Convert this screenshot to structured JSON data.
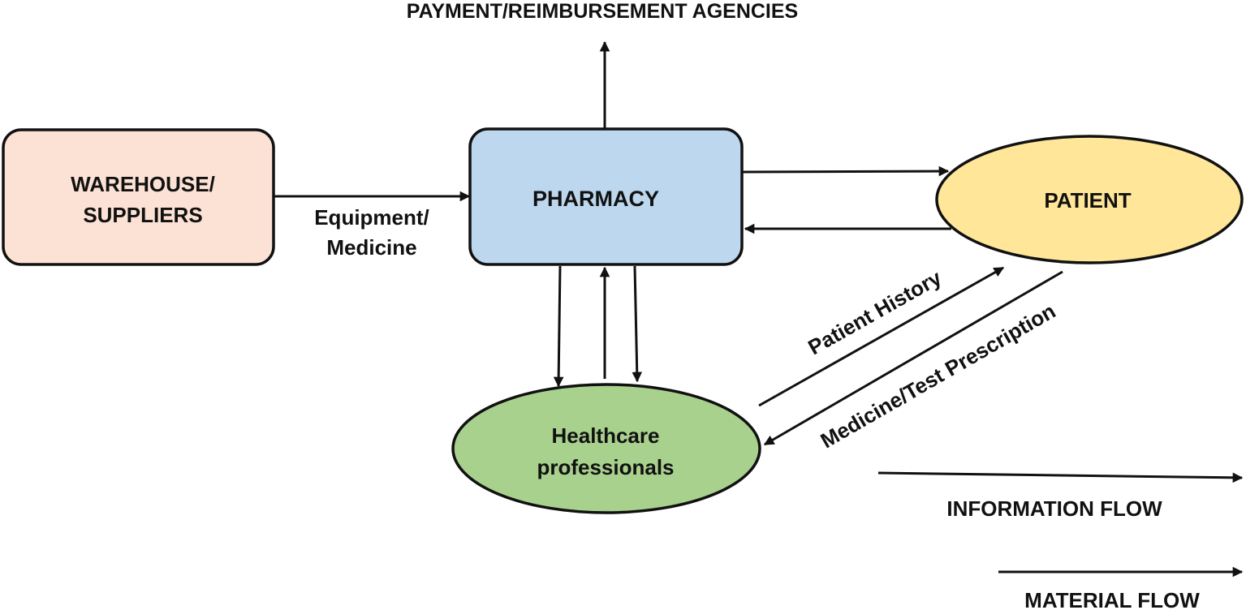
{
  "nodes": {
    "warehouse": {
      "line1": "WAREHOUSE/",
      "line2": "SUPPLIERS"
    },
    "pharmacy": {
      "label": "PHARMACY"
    },
    "patient": {
      "label": "PATIENT"
    },
    "healthcare": {
      "line1": "Healthcare",
      "line2": "professionals"
    },
    "payment": {
      "label": "PAYMENT/REIMBURSEMENT AGENCIES"
    }
  },
  "edge_labels": {
    "equipment_line1": "Equipment/",
    "equipment_line2": "Medicine",
    "patient_history": "Patient History",
    "prescription": "Medicine/Test Prescription"
  },
  "legend": {
    "information_flow": "INFORMATION FLOW",
    "material_flow": "MATERIAL FLOW"
  },
  "colors": {
    "warehouse_fill": "#fbe2d4",
    "pharmacy_fill": "#bdd7ee",
    "patient_fill": "#ffe699",
    "healthcare_fill": "#a9d18e",
    "stroke": "#111111"
  }
}
